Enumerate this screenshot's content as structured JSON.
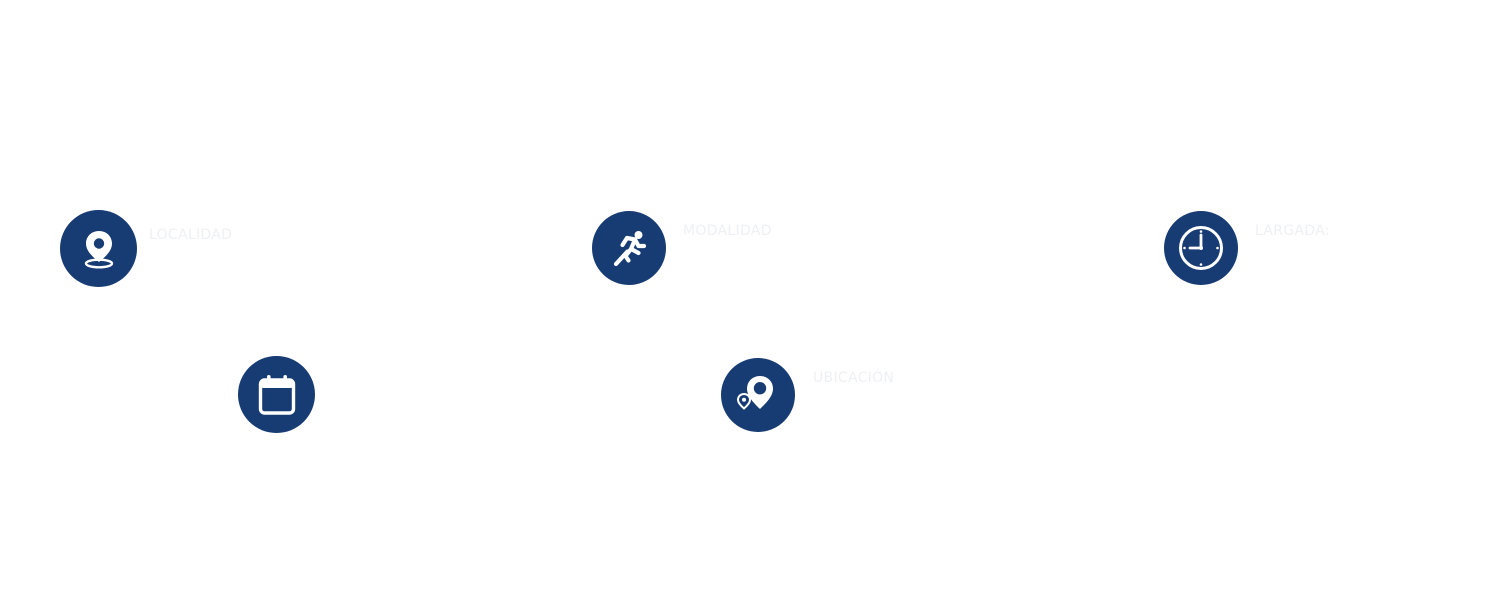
{
  "theme": {
    "icon_background": "#173b73",
    "icon_foreground": "#ffffff",
    "label_color": "#eef0f3",
    "page_background": "#ffffff"
  },
  "items": [
    {
      "key": "localidad",
      "label": "LOCALIDAD",
      "icon": "location-pin-icon"
    },
    {
      "key": "modalidad",
      "label": "MODALIDAD",
      "icon": "runner-icon"
    },
    {
      "key": "largada",
      "label": "LARGADA:",
      "icon": "clock-icon"
    },
    {
      "key": "fecha",
      "label": "",
      "icon": "calendar-icon"
    },
    {
      "key": "ubicacion",
      "label": "UBICACIÓN",
      "icon": "map-pins-icon"
    }
  ]
}
